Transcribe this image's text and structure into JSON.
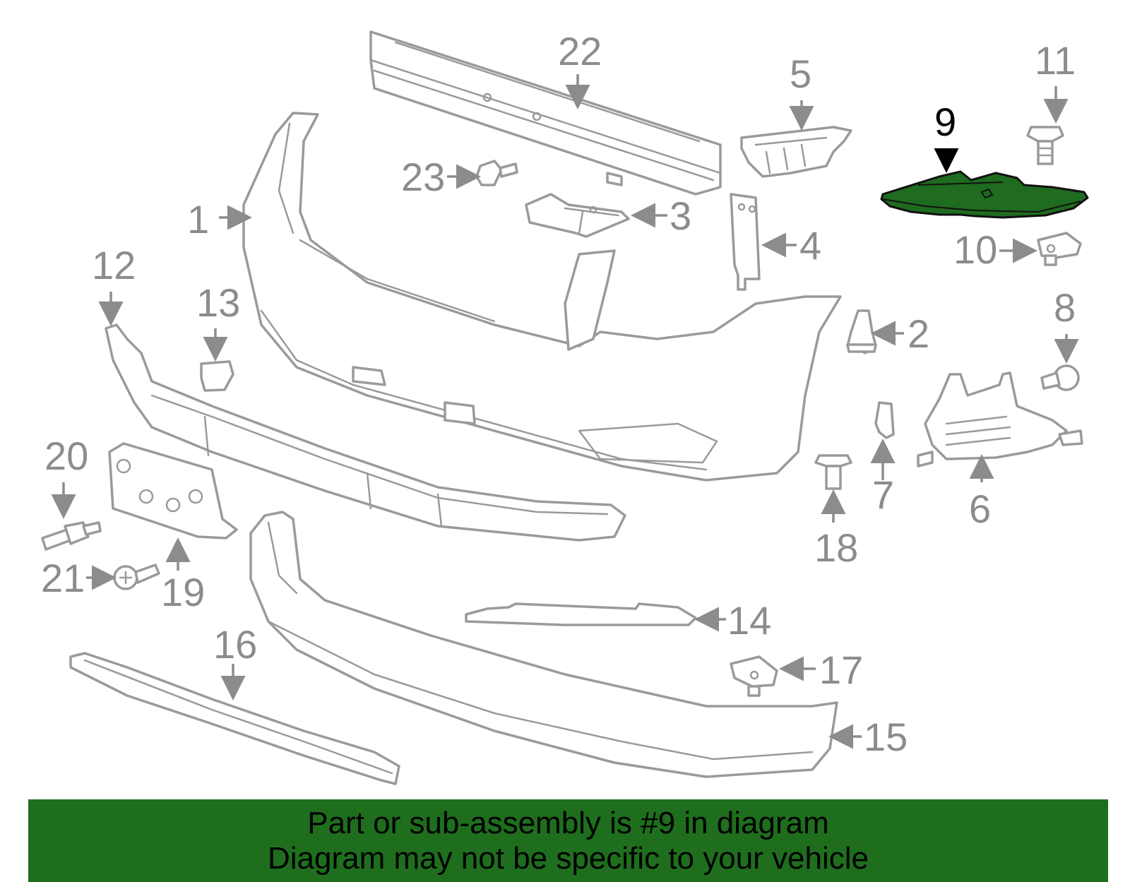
{
  "diagram": {
    "highlighted_part": "9",
    "callouts": [
      "1",
      "2",
      "3",
      "4",
      "5",
      "6",
      "7",
      "8",
      "9",
      "10",
      "11",
      "12",
      "13",
      "14",
      "15",
      "16",
      "17",
      "18",
      "19",
      "20",
      "21",
      "22",
      "23"
    ],
    "colors": {
      "highlight": "#1f6b1f",
      "banner": "#1e6e1e",
      "outline": "#9a9a9a",
      "callout": "#8c8c8c"
    }
  },
  "banner": {
    "line1": "Part or sub-assembly is #9 in diagram",
    "line2": "Diagram may not be specific to your vehicle"
  }
}
